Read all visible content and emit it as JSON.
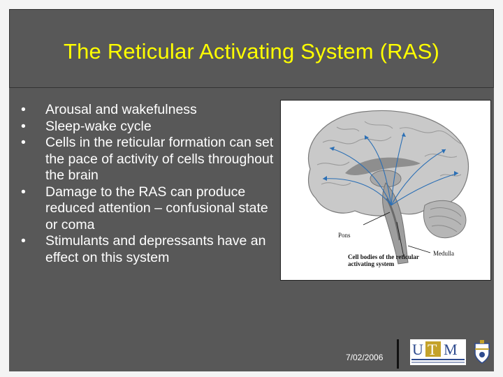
{
  "slide": {
    "title": "The Reticular Activating System (RAS)",
    "bullets": [
      "Arousal and wakefulness",
      "Sleep-wake cycle",
      "Cells in the reticular formation can set the pace of activity of cells throughout the brain",
      "Damage to the RAS can produce reduced attention – confusional state or coma",
      "Stimulants and depressants have an effect on this system"
    ],
    "date": "7/02/2006"
  },
  "figure": {
    "labels": {
      "pons": "Pons",
      "medulla": "Medulla",
      "cell_bodies": "Cell bodies of the reticular activating system"
    },
    "arrow_color": "#2b6fb5"
  },
  "logo": {
    "text": "UTM",
    "colors": {
      "u": "#2e4b8f",
      "t": "#c4a22a",
      "m": "#2e4b8f"
    }
  },
  "colors": {
    "title": "#ffff00",
    "panel": "#585858",
    "text": "#ffffff"
  }
}
